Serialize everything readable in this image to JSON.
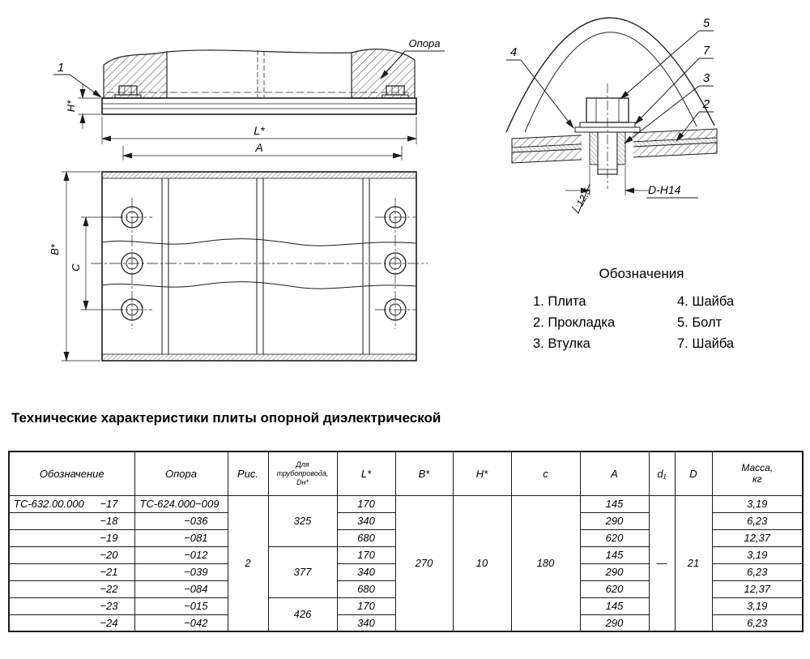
{
  "drawing": {
    "callout_plate": "1",
    "support_label": "Опора",
    "dims": {
      "h": "H*",
      "l": "L*",
      "a": "A",
      "b": "B*",
      "c": "C"
    }
  },
  "detail": {
    "callouts": {
      "n2": "2",
      "n3": "3",
      "n4": "4",
      "n5": "5",
      "n7": "7"
    },
    "roughness": "12,5",
    "hole_dim": "D-H14"
  },
  "legend": {
    "title": "Обозначения",
    "rows": [
      {
        "left": "1. Плита",
        "right": "4. Шайба"
      },
      {
        "left": "2. Прокладка",
        "right": "5. Болт"
      },
      {
        "left": "3. Втулка",
        "right": "7. Шайба"
      }
    ]
  },
  "section_title": "Технические характеристики плиты опорной диэлектрической",
  "table": {
    "headers": {
      "designation": "Обозначение",
      "support": "Опора",
      "figure": "Рис.",
      "pipe_dn": "Для\nтрубопровода,\nDн*",
      "l": "L*",
      "b": "B*",
      "h": "H*",
      "c": "с",
      "a": "A",
      "d1": "d₁",
      "d": "D",
      "mass": "Масса,\nкг"
    },
    "shared": {
      "figure": "2",
      "b": "270",
      "h": "10",
      "c": "180",
      "d1": "—",
      "d": "21",
      "dn_groups": [
        "325",
        "377",
        "426"
      ]
    },
    "rows": [
      {
        "designation_base": "ТС-632.00.000",
        "designation_suffix": "−17",
        "support_base": "ТС-624.000",
        "support_suffix": "−009",
        "l": "170",
        "a": "145",
        "mass": "3,19"
      },
      {
        "designation_base": "",
        "designation_suffix": "−18",
        "support_base": "",
        "support_suffix": "−036",
        "l": "340",
        "a": "290",
        "mass": "6,23"
      },
      {
        "designation_base": "",
        "designation_suffix": "−19",
        "support_base": "",
        "support_suffix": "−081",
        "l": "680",
        "a": "620",
        "mass": "12,37"
      },
      {
        "designation_base": "",
        "designation_suffix": "−20",
        "support_base": "",
        "support_suffix": "−012",
        "l": "170",
        "a": "145",
        "mass": "3,19"
      },
      {
        "designation_base": "",
        "designation_suffix": "−21",
        "support_base": "",
        "support_suffix": "−039",
        "l": "340",
        "a": "290",
        "mass": "6,23"
      },
      {
        "designation_base": "",
        "designation_suffix": "−22",
        "support_base": "",
        "support_suffix": "−084",
        "l": "680",
        "a": "620",
        "mass": "12,37"
      },
      {
        "designation_base": "",
        "designation_suffix": "−23",
        "support_base": "",
        "support_suffix": "−015",
        "l": "170",
        "a": "145",
        "mass": "3,19"
      },
      {
        "designation_base": "",
        "designation_suffix": "−24",
        "support_base": "",
        "support_suffix": "−042",
        "l": "340",
        "a": "290",
        "mass": "6,23"
      }
    ]
  }
}
